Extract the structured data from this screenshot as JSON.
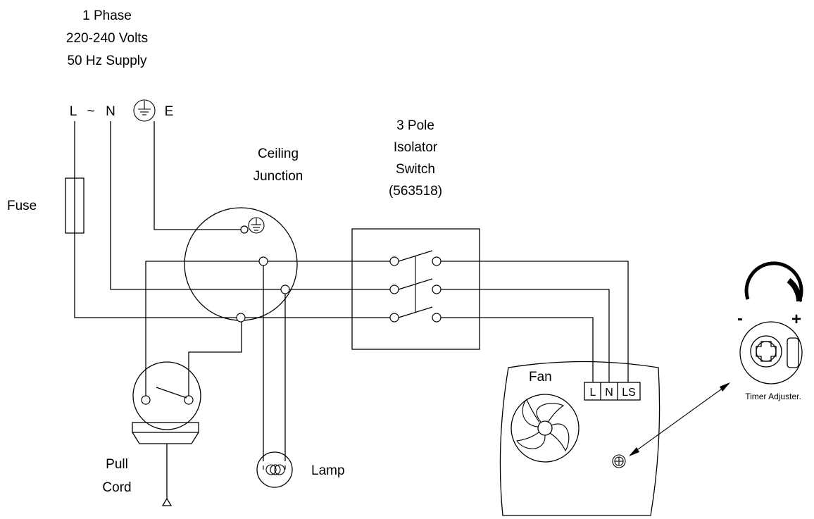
{
  "supply": {
    "line1": "1 Phase",
    "line2": "220-240 Volts",
    "line3": "50 Hz Supply",
    "terminal_l": "L",
    "tilde": "~",
    "terminal_n": "N",
    "terminal_e": "E"
  },
  "labels": {
    "fuse": "Fuse",
    "ceiling_junction_line1": "Ceiling",
    "ceiling_junction_line2": "Junction",
    "isolator_line1": "3 Pole",
    "isolator_line2": "Isolator",
    "isolator_line3": "Switch",
    "isolator_line4": "(563518)",
    "pull_cord_line1": "Pull",
    "pull_cord_line2": "Cord",
    "lamp": "Lamp",
    "fan": "Fan",
    "fan_terminal_l": "L",
    "fan_terminal_n": "N",
    "fan_terminal_ls": "LS",
    "timer_minus": "-",
    "timer_plus": "+",
    "timer_adjuster": "Timer Adjuster."
  }
}
